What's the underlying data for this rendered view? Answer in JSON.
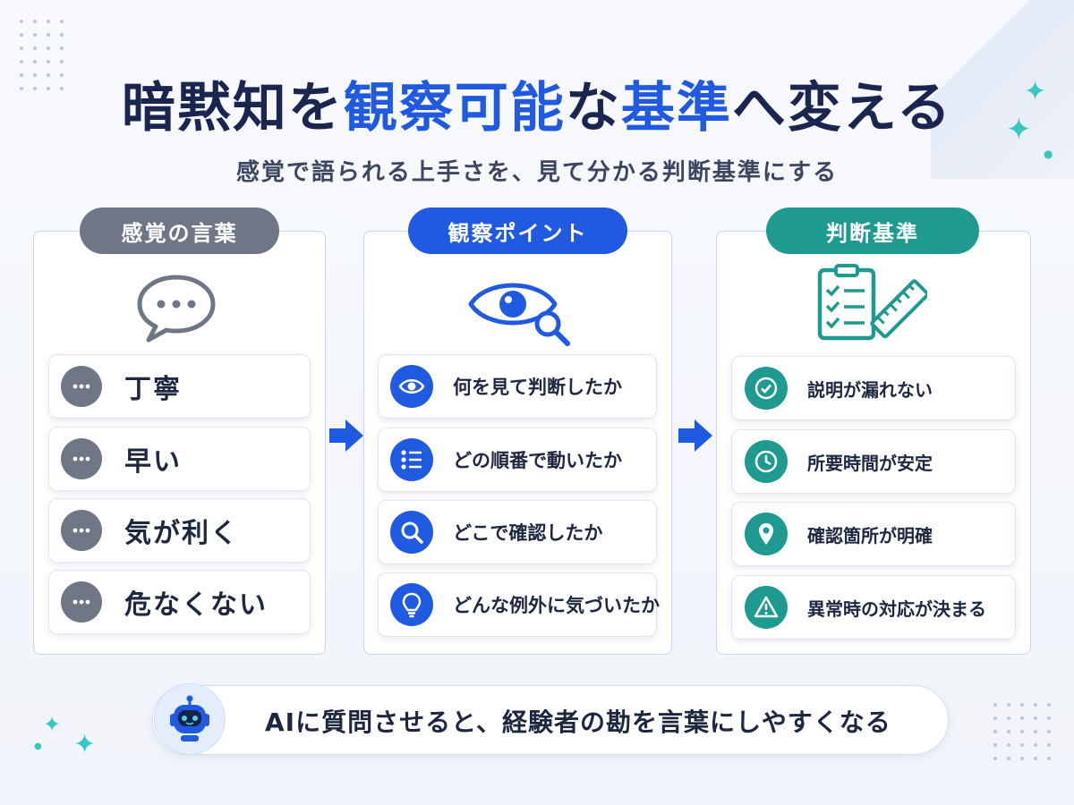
{
  "title": {
    "part1": "暗黙知を",
    "part2": "観察可能",
    "part3": "な",
    "part4": "基準",
    "part5": "へ変える"
  },
  "subtitle": "感覚で語られる上手さを、見て分かる判断基準にする",
  "columns": [
    {
      "label": "感覚の言葉",
      "header_icon": "speech-bubble-icon",
      "color": "#6f7787",
      "items": [
        {
          "label": "丁寧",
          "icon": "chat-dots-icon"
        },
        {
          "label": "早い",
          "icon": "chat-dots-icon"
        },
        {
          "label": "気が利く",
          "icon": "chat-dots-icon"
        },
        {
          "label": "危なくない",
          "icon": "chat-dots-icon"
        }
      ]
    },
    {
      "label": "観察ポイント",
      "header_icon": "eye-magnifier-icon",
      "color": "#1f5ae0",
      "items": [
        {
          "label": "何を見て判断したか",
          "icon": "eye-icon"
        },
        {
          "label": "どの順番で動いたか",
          "icon": "numbered-list-icon"
        },
        {
          "label": "どこで確認したか",
          "icon": "search-icon"
        },
        {
          "label": "どんな例外に気づいたか",
          "icon": "lightbulb-icon"
        }
      ]
    },
    {
      "label": "判断基準",
      "header_icon": "checklist-ruler-icon",
      "color": "#1e9a91",
      "items": [
        {
          "label": "説明が漏れない",
          "icon": "check-circle-icon"
        },
        {
          "label": "所要時間が安定",
          "icon": "clock-icon"
        },
        {
          "label": "確認箇所が明確",
          "icon": "location-pin-icon"
        },
        {
          "label": "異常時の対応が決まる",
          "icon": "warning-icon"
        }
      ]
    }
  ],
  "bottom": {
    "text": "AIに質問させると、経験者の勘を言葉にしやすくなる",
    "icon": "robot-icon"
  }
}
